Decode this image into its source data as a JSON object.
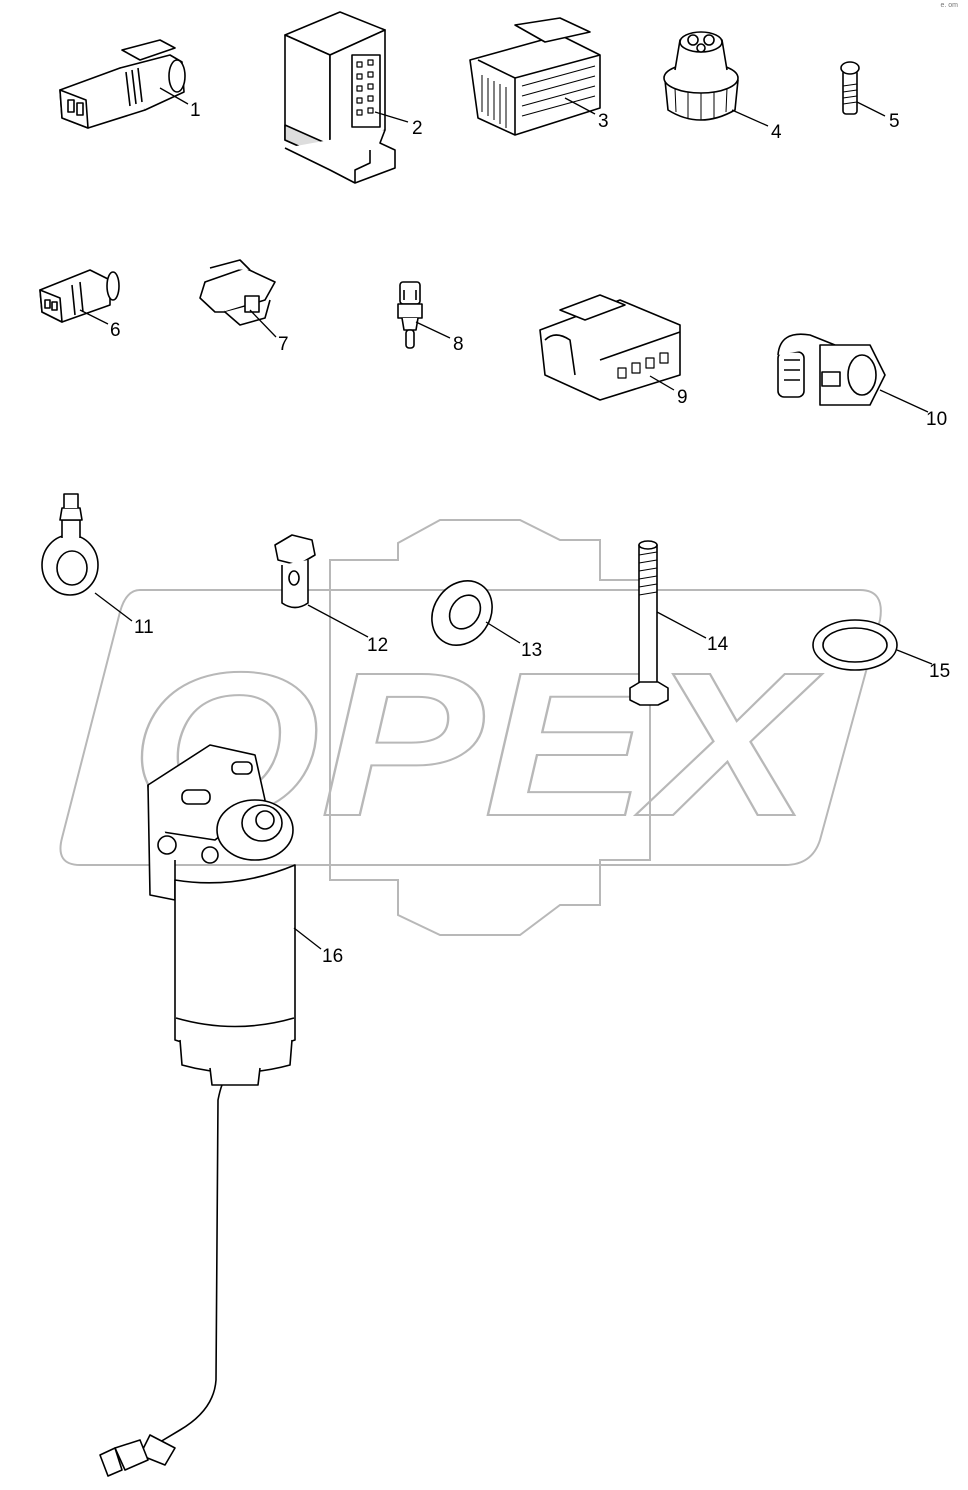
{
  "corner_mark": "e. om",
  "watermark": {
    "text": "OPEX"
  },
  "callouts": [
    {
      "id": "p1",
      "label": "1",
      "name": "connector-2pin"
    },
    {
      "id": "p2",
      "label": "2",
      "name": "relay-module"
    },
    {
      "id": "p3",
      "label": "3",
      "name": "multi-pin-connector"
    },
    {
      "id": "p4",
      "label": "4",
      "name": "cap-plug"
    },
    {
      "id": "p5",
      "label": "5",
      "name": "socket-screw"
    },
    {
      "id": "p6",
      "label": "6",
      "name": "small-connector"
    },
    {
      "id": "p7",
      "label": "7",
      "name": "injector-connector"
    },
    {
      "id": "p8",
      "label": "8",
      "name": "temperature-sensor"
    },
    {
      "id": "p9",
      "label": "9",
      "name": "four-pin-connector"
    },
    {
      "id": "p10",
      "label": "10",
      "name": "elbow-quick-connector"
    },
    {
      "id": "p11",
      "label": "11",
      "name": "banjo-fitting"
    },
    {
      "id": "p12",
      "label": "12",
      "name": "banjo-bolt"
    },
    {
      "id": "p13",
      "label": "13",
      "name": "sealing-washer"
    },
    {
      "id": "p14",
      "label": "14",
      "name": "hex-bolt"
    },
    {
      "id": "p15",
      "label": "15",
      "name": "flat-seal-ring"
    },
    {
      "id": "p16",
      "label": "16",
      "name": "fuel-filter-assembly"
    }
  ]
}
